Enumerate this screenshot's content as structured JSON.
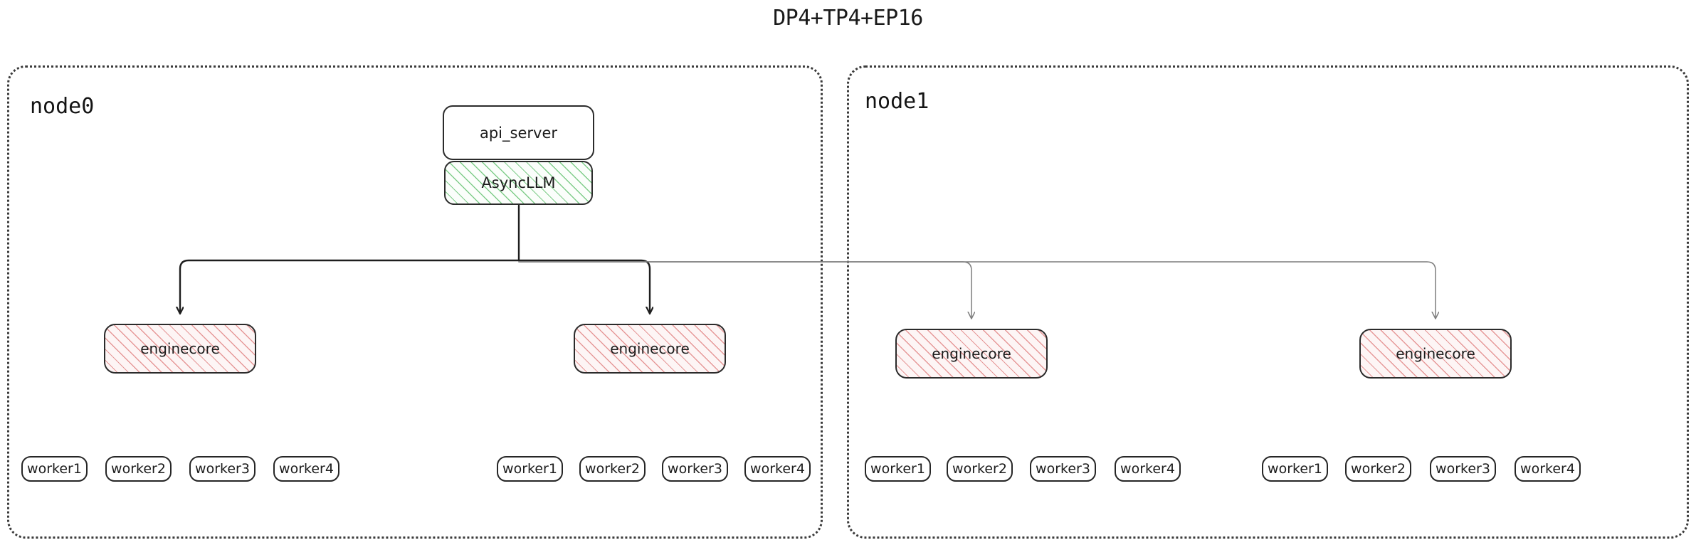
{
  "title": "DP4+TP4+EP16",
  "colors": {
    "ink": "#1c1c1c",
    "node_border": "#3b3b3b",
    "box_border": "#2b2b2b",
    "async_hatch": "#6ac476",
    "engine_hatch": "#e28888",
    "wire_strong": "#1e1e1e",
    "wire_faint": "#7d7d7d",
    "background": "#ffffff"
  },
  "nodes": [
    {
      "id": "node0",
      "label": "node0",
      "api_server": {
        "label": "api_server"
      },
      "async_llm": {
        "label": "AsyncLLM"
      },
      "enginecores": [
        {
          "label": "enginecore"
        },
        {
          "label": "enginecore"
        }
      ],
      "worker_groups": [
        {
          "workers": [
            "worker1",
            "worker2",
            "worker3",
            "worker4"
          ]
        },
        {
          "workers": [
            "worker1",
            "worker2",
            "worker3",
            "worker4"
          ]
        }
      ]
    },
    {
      "id": "node1",
      "label": "node1",
      "enginecores": [
        {
          "label": "enginecore"
        },
        {
          "label": "enginecore"
        }
      ],
      "worker_groups": [
        {
          "workers": [
            "worker1",
            "worker2",
            "worker3",
            "worker4"
          ]
        },
        {
          "workers": [
            "worker1",
            "worker2",
            "worker3",
            "worker4"
          ]
        }
      ]
    }
  ]
}
